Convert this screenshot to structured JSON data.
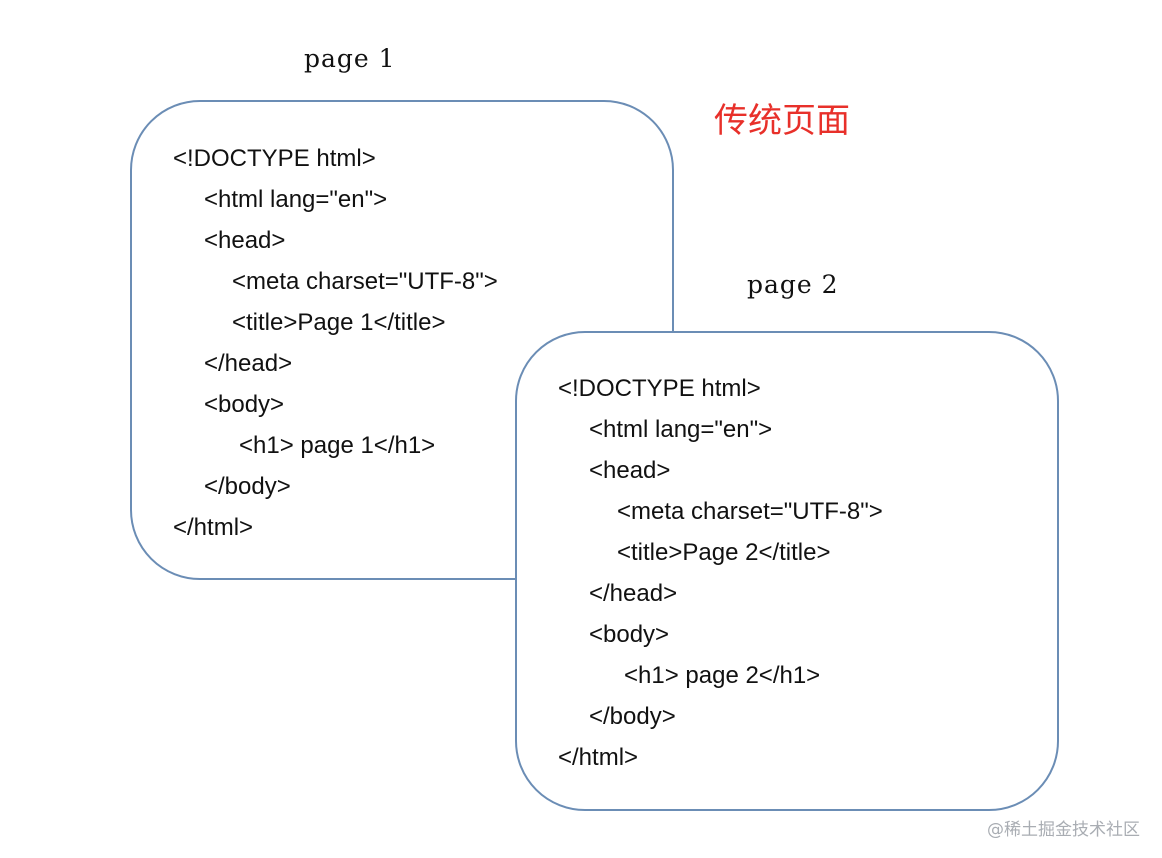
{
  "heading": "传统页面",
  "pages": [
    {
      "label": "page 1",
      "lines": [
        {
          "text": "<!DOCTYPE html>",
          "indent": 0
        },
        {
          "text": "<html lang=\"en\">",
          "indent": 1
        },
        {
          "text": "<head>",
          "indent": 1
        },
        {
          "text": "<meta charset=\"UTF-8\">",
          "indent": 2
        },
        {
          "text": "<title>Page 1</title>",
          "indent": 2
        },
        {
          "text": "</head>",
          "indent": 1
        },
        {
          "text": "<body>",
          "indent": 1
        },
        {
          "text": "<h1> page 1</h1>",
          "indent": 3
        },
        {
          "text": "</body>",
          "indent": 1
        },
        {
          "text": "</html>",
          "indent": 0
        }
      ]
    },
    {
      "label": "page 2",
      "lines": [
        {
          "text": "<!DOCTYPE html>",
          "indent": 0
        },
        {
          "text": "<html lang=\"en\">",
          "indent": 1
        },
        {
          "text": "<head>",
          "indent": 1
        },
        {
          "text": "<meta charset=\"UTF-8\">",
          "indent": 2
        },
        {
          "text": "<title>Page 2</title>",
          "indent": 2
        },
        {
          "text": "</head>",
          "indent": 1
        },
        {
          "text": "<body>",
          "indent": 1
        },
        {
          "text": "<h1> page 2</h1>",
          "indent": 3
        },
        {
          "text": "</body>",
          "indent": 1
        },
        {
          "text": "</html>",
          "indent": 0
        }
      ]
    }
  ],
  "watermark": "@稀土掘金技术社区",
  "colors": {
    "heading": "#e8302a",
    "box_border": "#6b8db5",
    "watermark": "#a9adb3"
  }
}
